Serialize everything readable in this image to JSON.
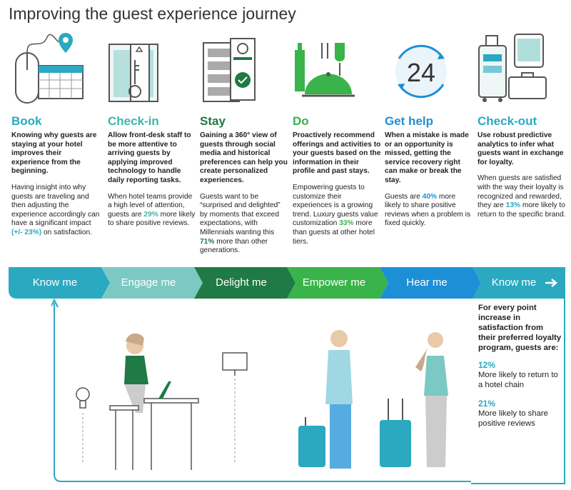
{
  "title": "Improving the guest experience journey",
  "colors": {
    "teal": "#2aa9c1",
    "mint": "#3ab8a8",
    "dark_green": "#1f7a45",
    "green": "#3ab34a",
    "blue": "#1d8fd6"
  },
  "steps": [
    {
      "heading": "Book",
      "icon": "computer-mouse-calendar-pin-icon",
      "lead": "Knowing why guests are staying at your hotel improves their experience from the beginning.",
      "body_pre": "Having insight into why guests are traveling and then adjusting the experience accordingly can have a significant impact ",
      "body_hl": "(+/- 23%)",
      "body_post": " on satisfaction."
    },
    {
      "heading": "Check-in",
      "icon": "room-key-icon",
      "lead": "Allow front-desk staff to be more attentive to arriving guests by applying improved technology to handle daily reporting tasks.",
      "body_pre": "When hotel teams provide a high level of attention, guests are ",
      "body_hl": "29%",
      "body_post": " more likely to share positive reviews."
    },
    {
      "heading": "Stay",
      "icon": "door-hanger-icon",
      "lead": "Gaining a 360° view of guests through social media and historical preferences can help you create personalized experiences.",
      "body_pre": "Guests want to be “surprised and delighted” by moments that exceed expectations, with Millennials wanting this ",
      "body_hl": "71%",
      "body_post": " more than other generations."
    },
    {
      "heading": "Do",
      "icon": "dining-cloche-icon",
      "lead": "Proactively recommend offerings and activities to your guests based on the information in their profile and past stays.",
      "body_pre": "Empowering guests to customize their experiences is a growing trend. Luxury guests value customization ",
      "body_hl": "33%",
      "body_post": " more than guests at other hotel tiers."
    },
    {
      "heading": "Get help",
      "icon": "24-hour-support-icon",
      "lead": "When a mistake is made or an opportunity is missed, getting the service recovery right can make or break the stay.",
      "body_pre": "Guests are ",
      "body_hl": "40%",
      "body_post": " more likely to share positive reviews when a problem is fixed quickly."
    },
    {
      "heading": "Check-out",
      "icon": "luggage-phone-icon",
      "lead": "Use robust predictive analytics to infer what guests want in exchange for loyalty.",
      "body_pre": "When guests are satisfied with the way their loyalty is recognized and rewarded, they are ",
      "body_hl": "13%",
      "body_post": " more likely to return to the specific brand."
    }
  ],
  "journey": [
    "Know me",
    "Engage me",
    "Delight me",
    "Empower me",
    "Hear me",
    "Know me"
  ],
  "journey_colors": [
    "#2aa9c1",
    "#7cc9c3",
    "#1f7a45",
    "#3ab34a",
    "#1d8fd6",
    "#2aa9c1"
  ],
  "loyalty": {
    "intro": "For every point increase in satisfaction from their preferred loyalty program, guests are:",
    "stats": [
      {
        "value": "12%",
        "label": "More likely to return to a hotel chain"
      },
      {
        "value": "21%",
        "label": "More likely to share positive reviews"
      }
    ]
  }
}
